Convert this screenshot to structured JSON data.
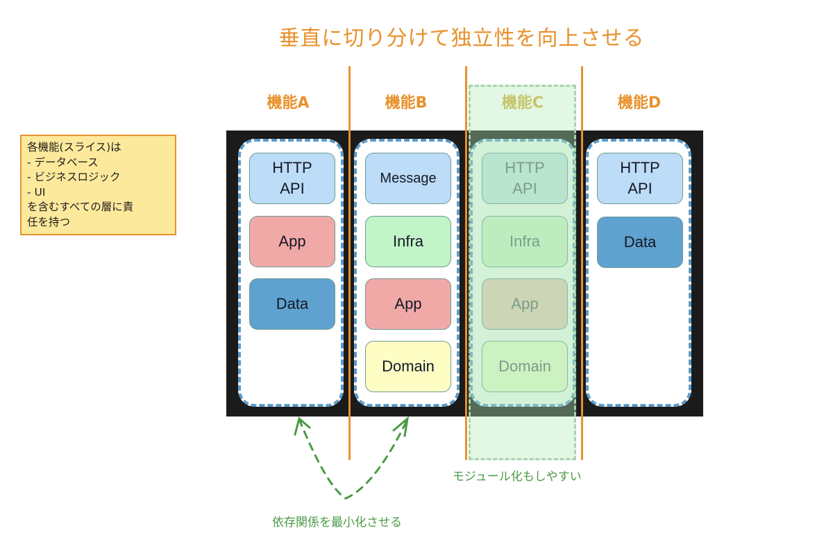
{
  "title": "垂直に切り分けて独立性を向上させる",
  "note": {
    "lines": [
      "各機能(スライス)は",
      "- データベース",
      "- ビジネスロジック",
      "- UI",
      "を含むすべての層に責",
      "任を持つ"
    ]
  },
  "features": [
    {
      "label": "機能A",
      "layers": [
        "HTTP\nAPI",
        "App",
        "Data"
      ]
    },
    {
      "label": "機能B",
      "layers": [
        "Message",
        "Infra",
        "App",
        "Domain"
      ]
    },
    {
      "label": "機能C",
      "highlighted": true,
      "layers": [
        "HTTP\nAPI",
        "Infra",
        "App",
        "Domain"
      ]
    },
    {
      "label": "機能D",
      "layers": [
        "HTTP\nAPI",
        "Data"
      ]
    }
  ],
  "captions": {
    "modular": "モジュール化もしやすい",
    "dependency": "依存関係を最小化させる"
  },
  "colors": {
    "accent_orange": "#e8912c",
    "caption_green": "#4a9a45",
    "slice_border": "#5b9bc9",
    "http_api": "#bcdcf7",
    "app": "#f1a9a8",
    "data": "#5fa2cf",
    "infra": "#c1f4c7",
    "domain": "#fdfdc4"
  }
}
